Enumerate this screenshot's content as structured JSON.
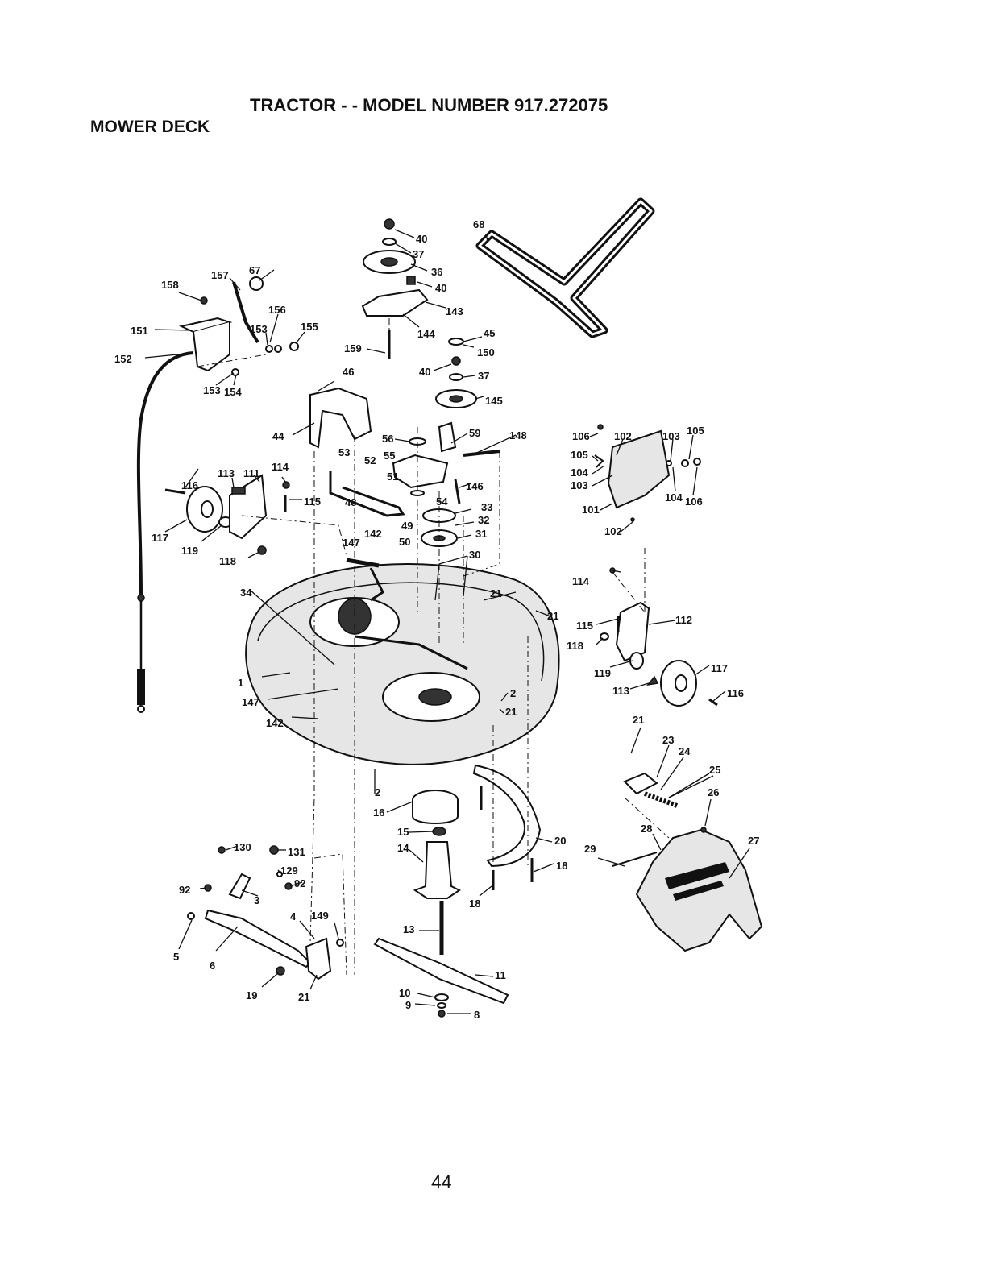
{
  "header": {
    "title": "TRACTOR - - MODEL NUMBER 917.272075",
    "section": "MOWER DECK"
  },
  "page_number": "44",
  "callouts": [
    "1",
    "2",
    "2",
    "3",
    "4",
    "5",
    "6",
    "8",
    "9",
    "10",
    "11",
    "13",
    "14",
    "15",
    "16",
    "18",
    "18",
    "19",
    "20",
    "21",
    "21",
    "21",
    "21",
    "21",
    "23",
    "24",
    "25",
    "26",
    "27",
    "28",
    "29",
    "30",
    "31",
    "32",
    "33",
    "34",
    "36",
    "37",
    "37",
    "40",
    "40",
    "40",
    "44",
    "45",
    "46",
    "48",
    "49",
    "50",
    "51",
    "52",
    "53",
    "54",
    "55",
    "56",
    "59",
    "67",
    "68",
    "92",
    "92",
    "101",
    "102",
    "102",
    "103",
    "103",
    "104",
    "104",
    "105",
    "105",
    "106",
    "106",
    "111",
    "112",
    "113",
    "113",
    "114",
    "114",
    "115",
    "115",
    "116",
    "116",
    "117",
    "117",
    "118",
    "118",
    "119",
    "119",
    "129",
    "130",
    "131",
    "142",
    "142",
    "143",
    "144",
    "145",
    "146",
    "147",
    "147",
    "148",
    "149",
    "150",
    "151",
    "152",
    "153",
    "153",
    "154",
    "155",
    "156",
    "157",
    "158",
    "159"
  ]
}
